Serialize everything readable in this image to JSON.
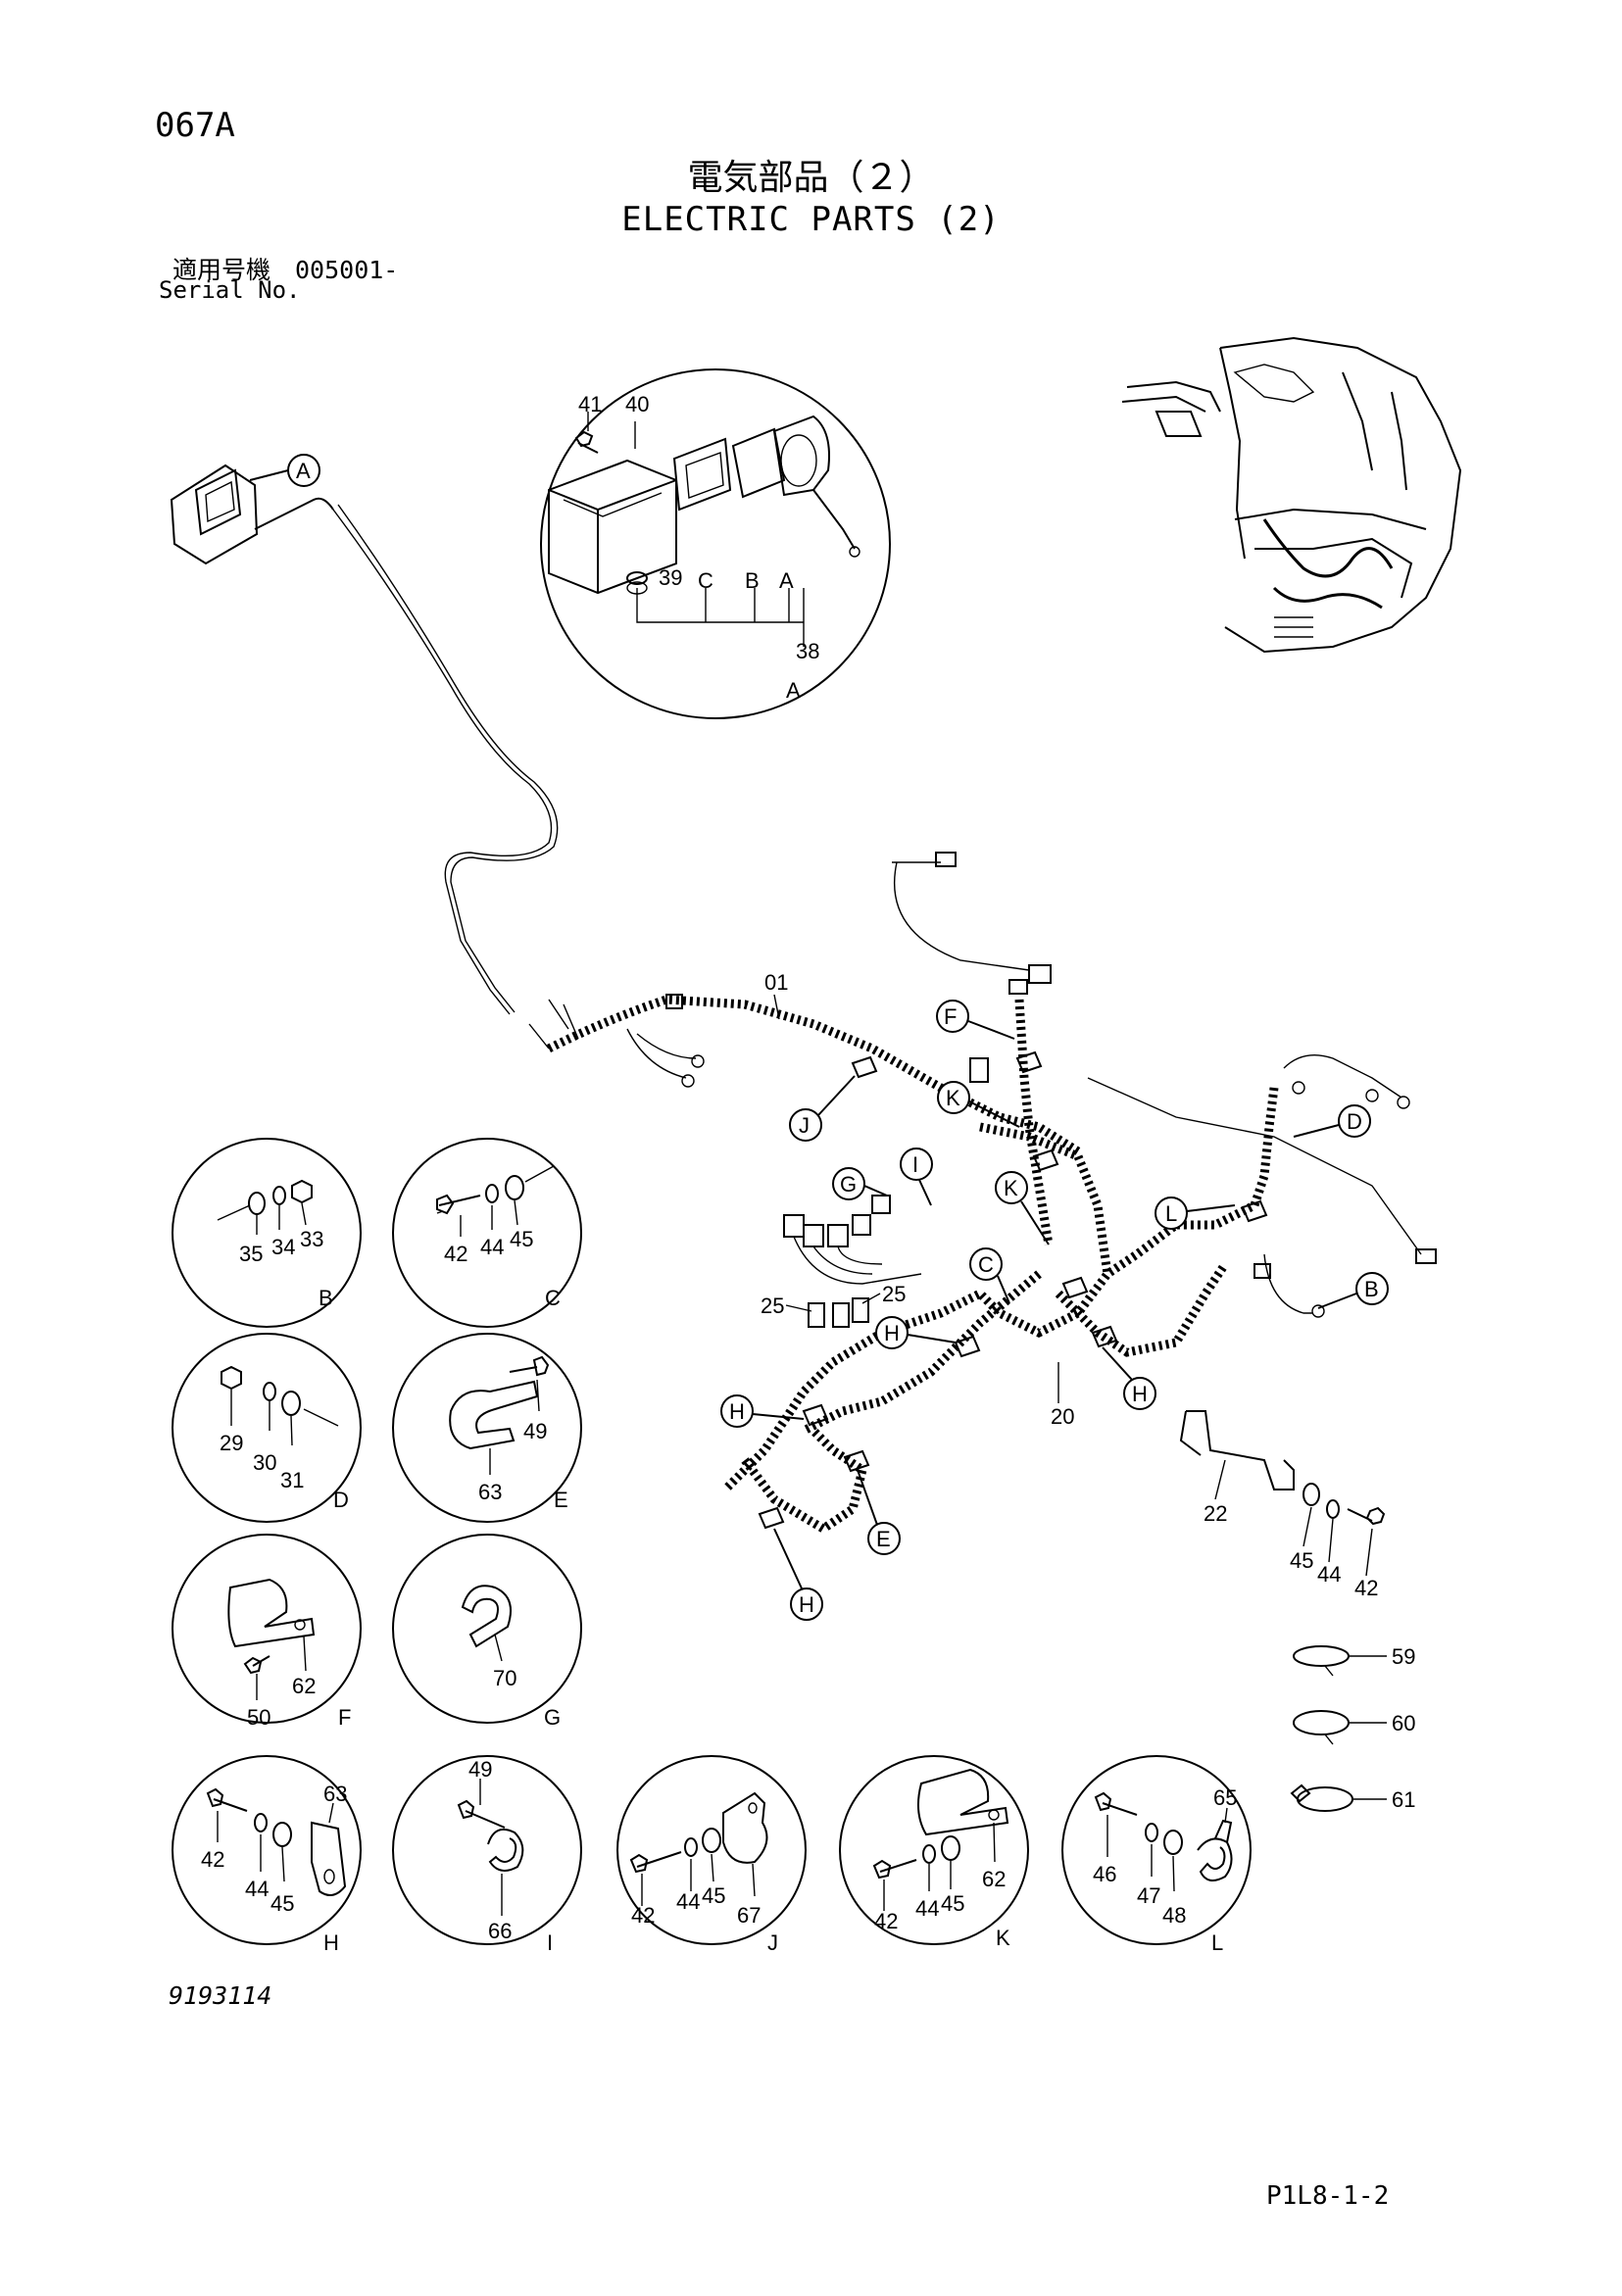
{
  "header": {
    "page_code": "067A",
    "title_jp": "電気部品（２）",
    "title_en": "ELECTRIC PARTS (2)",
    "serial_jp": "適用号機　005001-",
    "serial_en": "Serial No."
  },
  "footer": {
    "drawing_no": "9193114",
    "sheet_ref": "P1L8-1-2"
  },
  "detail_views": [
    {
      "letter": "A",
      "parts": [
        "41",
        "40",
        "39",
        "C",
        "B",
        "A",
        "38"
      ]
    },
    {
      "letter": "B",
      "parts": [
        "35",
        "34",
        "33"
      ]
    },
    {
      "letter": "C",
      "parts": [
        "42",
        "44",
        "45"
      ]
    },
    {
      "letter": "D",
      "parts": [
        "29",
        "30",
        "31"
      ]
    },
    {
      "letter": "E",
      "parts": [
        "49",
        "63"
      ]
    },
    {
      "letter": "F",
      "parts": [
        "50",
        "62"
      ]
    },
    {
      "letter": "G",
      "parts": [
        "70"
      ]
    },
    {
      "letter": "H",
      "parts": [
        "42",
        "44",
        "45",
        "63"
      ]
    },
    {
      "letter": "I",
      "parts": [
        "49",
        "66"
      ]
    },
    {
      "letter": "J",
      "parts": [
        "42",
        "44",
        "45",
        "67"
      ]
    },
    {
      "letter": "K",
      "parts": [
        "42",
        "44",
        "45",
        "62"
      ]
    },
    {
      "letter": "L",
      "parts": [
        "46",
        "47",
        "48",
        "65"
      ]
    }
  ],
  "main_callouts": [
    "A",
    "F",
    "J",
    "K",
    "D",
    "G",
    "I",
    "K",
    "L",
    "C",
    "B",
    "H",
    "H",
    "H",
    "E",
    "H"
  ],
  "main_part_numbers": [
    "01",
    "25",
    "25",
    "20",
    "22",
    "45",
    "44",
    "42",
    "59",
    "60",
    "61"
  ]
}
